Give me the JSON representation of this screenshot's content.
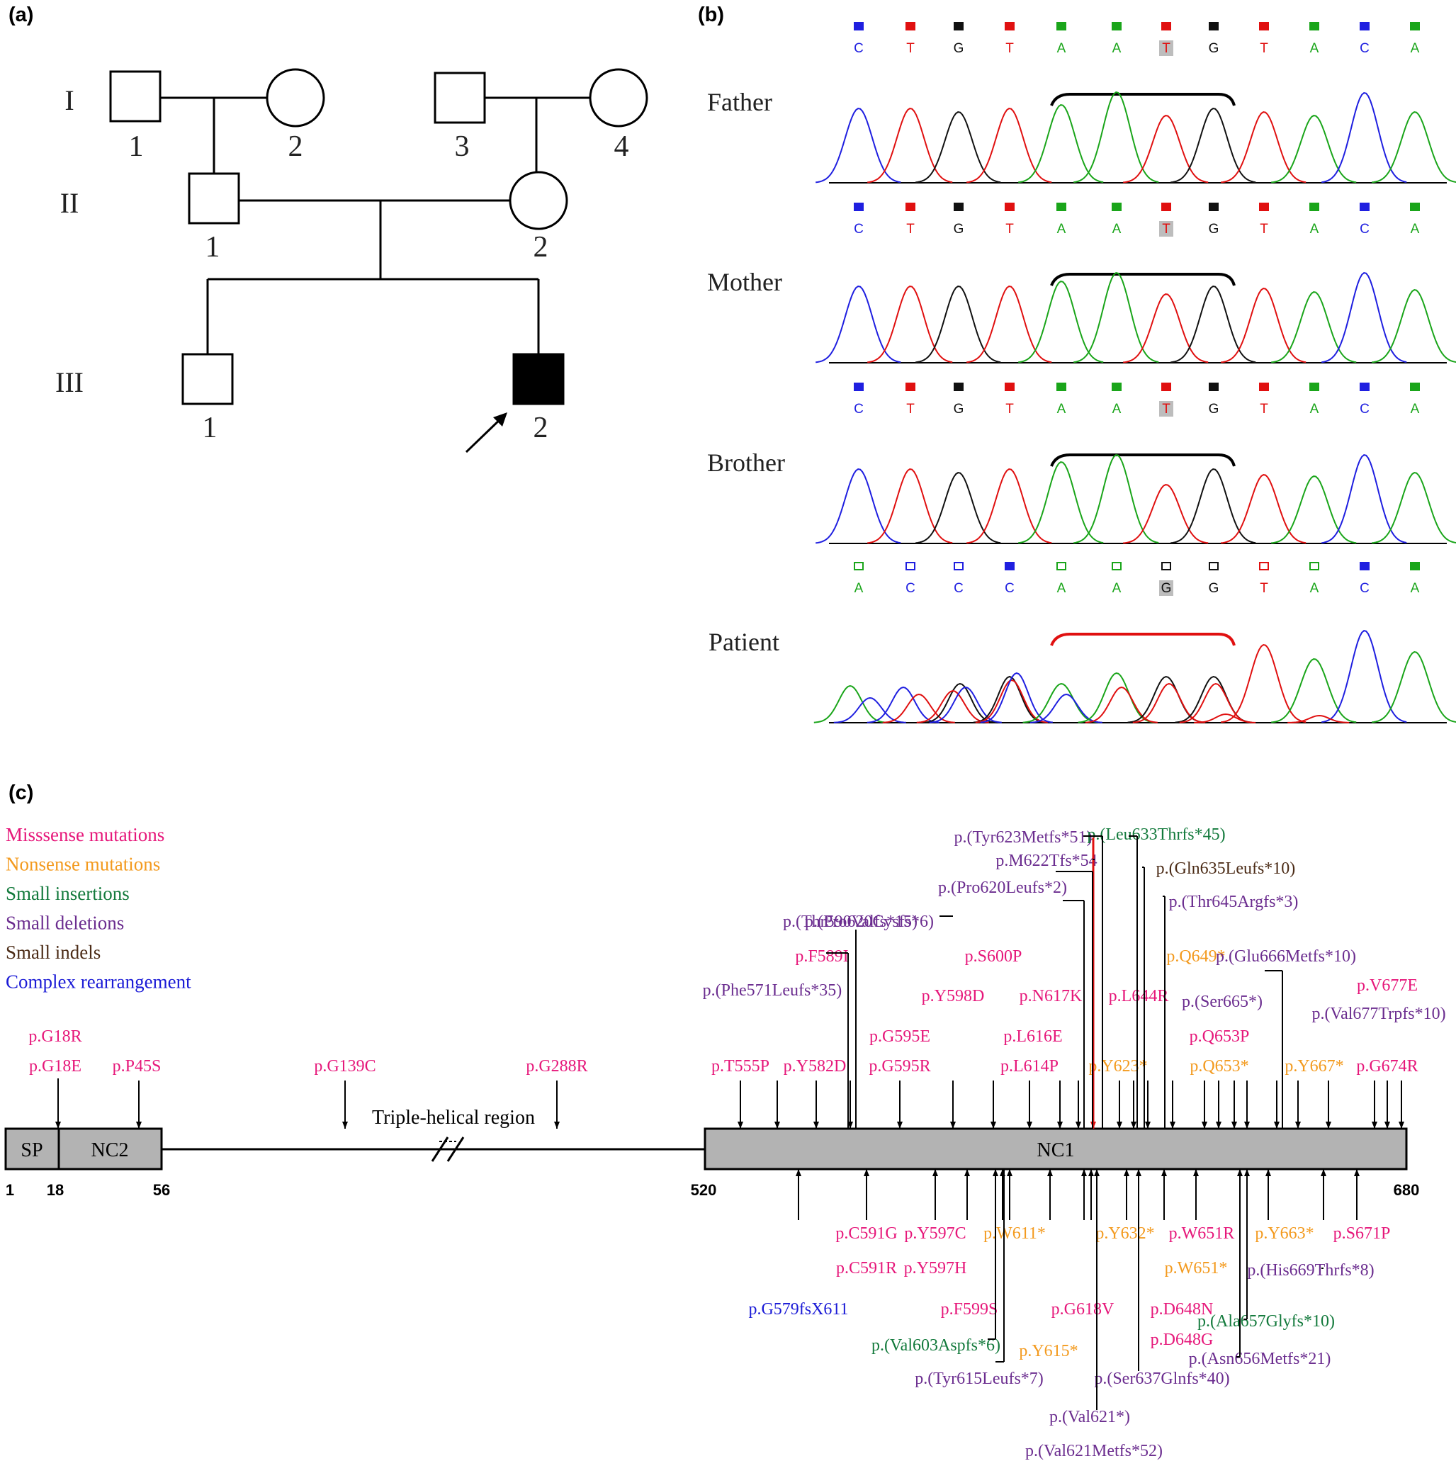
{
  "panels": {
    "a": "(a)",
    "b": "(b)",
    "c": "(c)"
  },
  "pedigree": {
    "generations": [
      "I",
      "II",
      "III"
    ],
    "members": [
      {
        "id": "I-1",
        "sex": "male",
        "affected": false,
        "number": "1"
      },
      {
        "id": "I-2",
        "sex": "female",
        "affected": false,
        "number": "2"
      },
      {
        "id": "I-3",
        "sex": "male",
        "affected": false,
        "number": "3"
      },
      {
        "id": "I-4",
        "sex": "female",
        "affected": false,
        "number": "4"
      },
      {
        "id": "II-1",
        "sex": "male",
        "affected": false,
        "number": "1"
      },
      {
        "id": "II-2",
        "sex": "female",
        "affected": false,
        "number": "2"
      },
      {
        "id": "III-1",
        "sex": "male",
        "affected": false,
        "number": "1"
      },
      {
        "id": "III-2",
        "sex": "male",
        "affected": true,
        "proband": true,
        "number": "2"
      }
    ]
  },
  "sequencing": {
    "colors": {
      "A": "#1aa51a",
      "C": "#1f1fe0",
      "G": "#111111",
      "T": "#e01010"
    },
    "tracks": [
      {
        "label": "Father",
        "bases": [
          "C",
          "T",
          "G",
          "T",
          "A",
          "A",
          "T",
          "G",
          "T",
          "A",
          "C",
          "A"
        ],
        "highlight_index": 6,
        "bracket_color": "#000000"
      },
      {
        "label": "Mother",
        "bases": [
          "C",
          "T",
          "G",
          "T",
          "A",
          "A",
          "T",
          "G",
          "T",
          "A",
          "C",
          "A"
        ],
        "highlight_index": 6,
        "bracket_color": "#000000"
      },
      {
        "label": "Brother",
        "bases": [
          "C",
          "T",
          "G",
          "T",
          "A",
          "A",
          "T",
          "G",
          "T",
          "A",
          "C",
          "A"
        ],
        "highlight_index": 6,
        "bracket_color": "#000000"
      },
      {
        "label": "Patient",
        "bases": [
          "A",
          "C",
          "C",
          "C",
          "A",
          "A",
          "G",
          "G",
          "T",
          "A",
          "C",
          "A"
        ],
        "highlight_index": 6,
        "bracket_color": "#e01010"
      }
    ]
  },
  "protein": {
    "legend": [
      {
        "label": "Misssense mutations",
        "color": "#e6177a"
      },
      {
        "label": "Nonsense mutations",
        "color": "#f39a1e"
      },
      {
        "label": "Small insertions",
        "color": "#137a3c"
      },
      {
        "label": "Small deletions",
        "color": "#6b2d8f"
      },
      {
        "label": "Small indels",
        "color": "#4b2b16"
      },
      {
        "label": "Complex rearrangement",
        "color": "#1a1ad6"
      }
    ],
    "domains": {
      "sp": "SP",
      "nc2": "NC2",
      "triple": "Triple-helical region",
      "nc1": "NC1"
    },
    "positions": [
      "1",
      "18",
      "56",
      "520",
      "680"
    ],
    "top": [
      {
        "text": "p.G18R",
        "color": "#e6177a"
      },
      {
        "text": "p.G18E",
        "color": "#e6177a"
      },
      {
        "text": "p.P45S",
        "color": "#e6177a"
      },
      {
        "text": "p.G139C",
        "color": "#e6177a"
      },
      {
        "text": "p.G288R",
        "color": "#e6177a"
      },
      {
        "text": "p.T555P",
        "color": "#e6177a"
      },
      {
        "text": "p.(Phe571Leufs*35)",
        "color": "#6b2d8f"
      },
      {
        "text": "p.Y582D",
        "color": "#e6177a"
      },
      {
        "text": "p.F589I",
        "color": "#e6177a"
      },
      {
        "text": "p.(Thr590Valfs*15)",
        "color": "#6b2d8f"
      },
      {
        "text": "p.G595E",
        "color": "#e6177a"
      },
      {
        "text": "p.G595R",
        "color": "#e6177a"
      },
      {
        "text": "p.Y598D",
        "color": "#e6177a"
      },
      {
        "text": "p.S600P",
        "color": "#e6177a"
      },
      {
        "text": "p.L614P",
        "color": "#e6177a"
      },
      {
        "text": "p.L616E",
        "color": "#e6177a"
      },
      {
        "text": "p.N617K",
        "color": "#e6177a"
      },
      {
        "text": "p.(Pro620Cysfs*6)",
        "color": "#6b2d8f"
      },
      {
        "text": "p.(Pro620Leufs*2)",
        "color": "#6b2d8f"
      },
      {
        "text": "p.M622Tfs*54",
        "color": "#6b2d8f"
      },
      {
        "text": "p.(Tyr623Metfs*51)",
        "color": "#6b2d8f"
      },
      {
        "text": "p.Y623*",
        "color": "#f39a1e"
      },
      {
        "text": "p.(Leu633Thrfs*45)",
        "color": "#137a3c"
      },
      {
        "text": "p.(Gln635Leufs*10)",
        "color": "#4b2b16"
      },
      {
        "text": "p.L644R",
        "color": "#e6177a"
      },
      {
        "text": "p.(Thr645Argfs*3)",
        "color": "#6b2d8f"
      },
      {
        "text": "p.Q649*",
        "color": "#f39a1e"
      },
      {
        "text": "p.Q653P",
        "color": "#e6177a"
      },
      {
        "text": "p.Q653*",
        "color": "#f39a1e"
      },
      {
        "text": "p.(Ser665*)",
        "color": "#6b2d8f"
      },
      {
        "text": "p.(Glu666Metfs*10)",
        "color": "#6b2d8f"
      },
      {
        "text": "p.Y667*",
        "color": "#f39a1e"
      },
      {
        "text": "p.G674R",
        "color": "#e6177a"
      },
      {
        "text": "p.V677E",
        "color": "#e6177a"
      },
      {
        "text": "p.(Val677Trpfs*10)",
        "color": "#6b2d8f"
      }
    ],
    "bottom": [
      {
        "text": "p.G579fsX611",
        "color": "#1a1ad6"
      },
      {
        "text": "p.C591G",
        "color": "#e6177a"
      },
      {
        "text": "p.C591R",
        "color": "#e6177a"
      },
      {
        "text": "p.Y597C",
        "color": "#e6177a"
      },
      {
        "text": "p.Y597H",
        "color": "#e6177a"
      },
      {
        "text": "p.F599S",
        "color": "#e6177a"
      },
      {
        "text": "p.(Val603Aspfs*6)",
        "color": "#137a3c"
      },
      {
        "text": "p.W611*",
        "color": "#f39a1e"
      },
      {
        "text": "p.Y615*",
        "color": "#f39a1e"
      },
      {
        "text": "p.(Tyr615Leufs*7)",
        "color": "#6b2d8f"
      },
      {
        "text": "p.G618V",
        "color": "#e6177a"
      },
      {
        "text": "p.(Val621*)",
        "color": "#6b2d8f"
      },
      {
        "text": "p.(Val621Metfs*52)",
        "color": "#6b2d8f"
      },
      {
        "text": "p.Y632*",
        "color": "#f39a1e"
      },
      {
        "text": "p.(Ser637Glnfs*40)",
        "color": "#6b2d8f"
      },
      {
        "text": "p.D648N",
        "color": "#e6177a"
      },
      {
        "text": "p.D648G",
        "color": "#e6177a"
      },
      {
        "text": "p.W651R",
        "color": "#e6177a"
      },
      {
        "text": "p.W651*",
        "color": "#f39a1e"
      },
      {
        "text": "p.(Asn656Metfs*21)",
        "color": "#6b2d8f"
      },
      {
        "text": "p.(Ala657Glyfs*10)",
        "color": "#137a3c"
      },
      {
        "text": "p.Y663*",
        "color": "#f39a1e"
      },
      {
        "text": "p.(His669Thrfs*8)",
        "color": "#6b2d8f"
      },
      {
        "text": "p.S671P",
        "color": "#e6177a"
      }
    ]
  }
}
